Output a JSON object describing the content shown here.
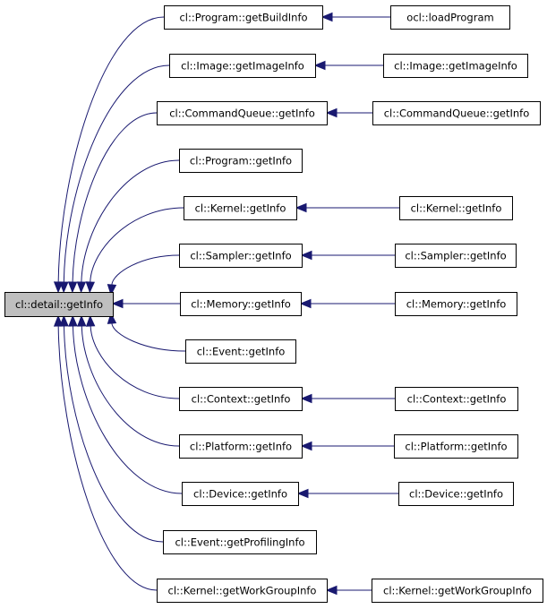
{
  "graph": {
    "root": {
      "label": "cl::detail::getInfo"
    },
    "callers": [
      {
        "label": "cl::Program::getBuildInfo",
        "callers": [
          "ocl::loadProgram"
        ]
      },
      {
        "label": "cl::Image::getImageInfo",
        "callers": [
          "cl::Image::getImageInfo"
        ]
      },
      {
        "label": "cl::CommandQueue::getInfo",
        "callers": [
          "cl::CommandQueue::getInfo"
        ]
      },
      {
        "label": "cl::Program::getInfo",
        "callers": []
      },
      {
        "label": "cl::Kernel::getInfo",
        "callers": [
          "cl::Kernel::getInfo"
        ]
      },
      {
        "label": "cl::Sampler::getInfo",
        "callers": [
          "cl::Sampler::getInfo"
        ]
      },
      {
        "label": "cl::Memory::getInfo",
        "callers": [
          "cl::Memory::getInfo"
        ]
      },
      {
        "label": "cl::Event::getInfo",
        "callers": []
      },
      {
        "label": "cl::Context::getInfo",
        "callers": [
          "cl::Context::getInfo"
        ]
      },
      {
        "label": "cl::Platform::getInfo",
        "callers": [
          "cl::Platform::getInfo"
        ]
      },
      {
        "label": "cl::Device::getInfo",
        "callers": [
          "cl::Device::getInfo"
        ]
      },
      {
        "label": "cl::Event::getProfilingInfo",
        "callers": []
      },
      {
        "label": "cl::Kernel::getWorkGroupInfo",
        "callers": [
          "cl::Kernel::getWorkGroupInfo"
        ]
      }
    ]
  },
  "colors": {
    "edge": "#191970",
    "root_fill": "#bfbfbf",
    "node_fill": "#ffffff",
    "border": "#000000"
  }
}
